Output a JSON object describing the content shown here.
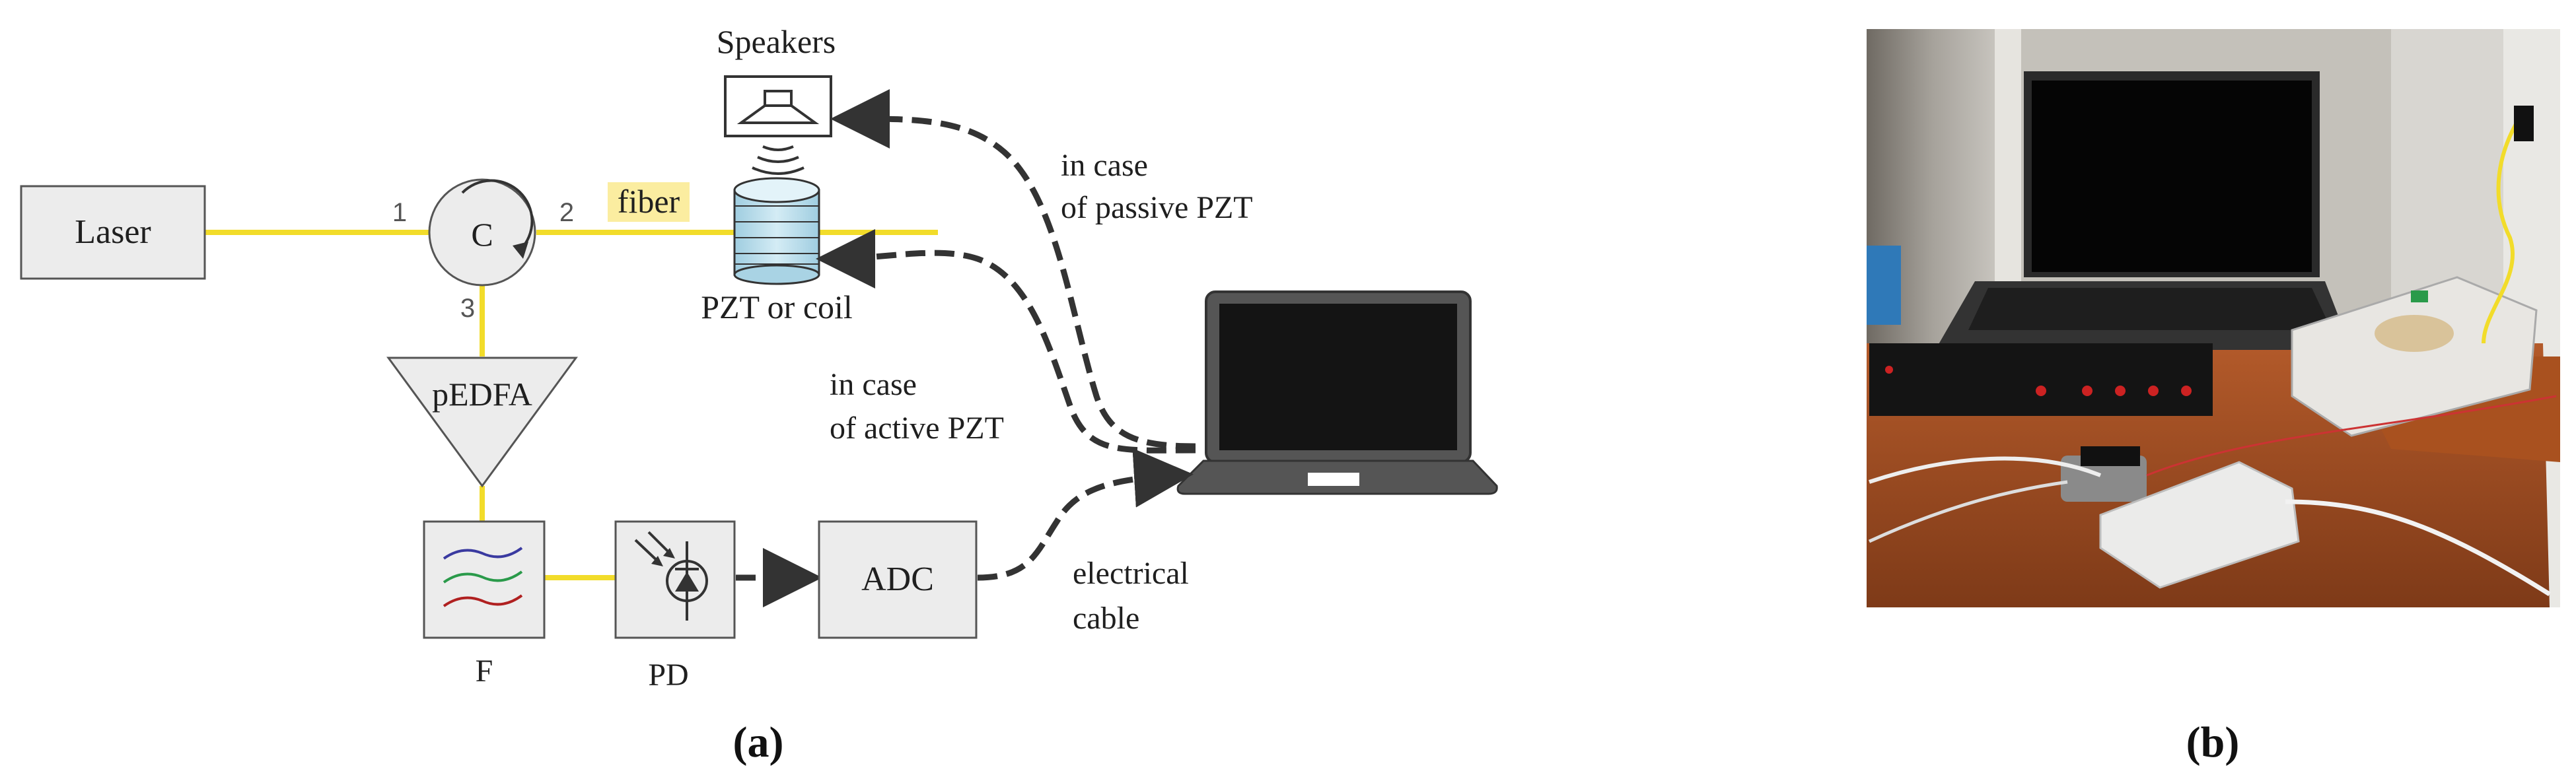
{
  "diagram": {
    "components": {
      "laser": "Laser",
      "circulator": "C",
      "amplifier": "pEDFA",
      "adc": "ADC"
    },
    "ports": {
      "p1": "1",
      "p2": "2",
      "p3": "3"
    },
    "labels": {
      "fiber": "fiber",
      "speakers": "Speakers",
      "pzt_or_coil": "PZT or coil",
      "filter": "F",
      "photodiode": "PD",
      "passive_line1": "in case",
      "passive_line2": "of passive PZT",
      "active_line1": "in case",
      "active_line2": "of active PZT",
      "cable_line1": "electrical",
      "cable_line2": "cable"
    },
    "colors": {
      "fiber": "#f2dc2a",
      "fiber_highlight": "#fbeda0",
      "component_fill": "#ececec",
      "coil": "#b9dcea"
    }
  },
  "captions": {
    "a": "(a)",
    "b": "(b)"
  },
  "photo": {
    "icon": "lab-setup-photo"
  }
}
